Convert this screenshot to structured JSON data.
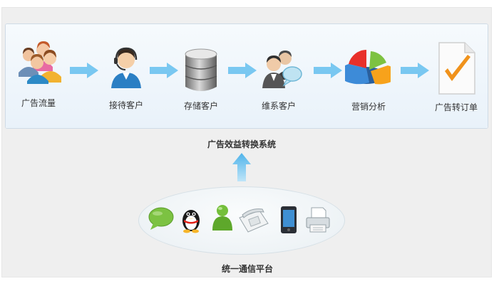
{
  "flow": {
    "steps": [
      {
        "label": "广告流量",
        "icon": "people-group-icon"
      },
      {
        "label": "接待客户",
        "icon": "headset-agent-icon"
      },
      {
        "label": "存储客户",
        "icon": "database-icon"
      },
      {
        "label": "维系客户",
        "icon": "users-chat-icon"
      },
      {
        "label": "营销分析",
        "icon": "pie-chart-icon"
      },
      {
        "label": "广告转订单",
        "icon": "order-document-icon"
      }
    ]
  },
  "system_title": "广告效益转换系统",
  "platform": {
    "title": "统一通信平台",
    "channels": [
      {
        "icon": "chat-bubble-icon"
      },
      {
        "icon": "qq-penguin-icon"
      },
      {
        "icon": "messenger-user-icon"
      },
      {
        "icon": "telephone-icon"
      },
      {
        "icon": "mobile-phone-icon"
      },
      {
        "icon": "fax-printer-icon"
      }
    ]
  },
  "colors": {
    "arrow": "#4fb3ea",
    "border": "#cfdbe6"
  }
}
